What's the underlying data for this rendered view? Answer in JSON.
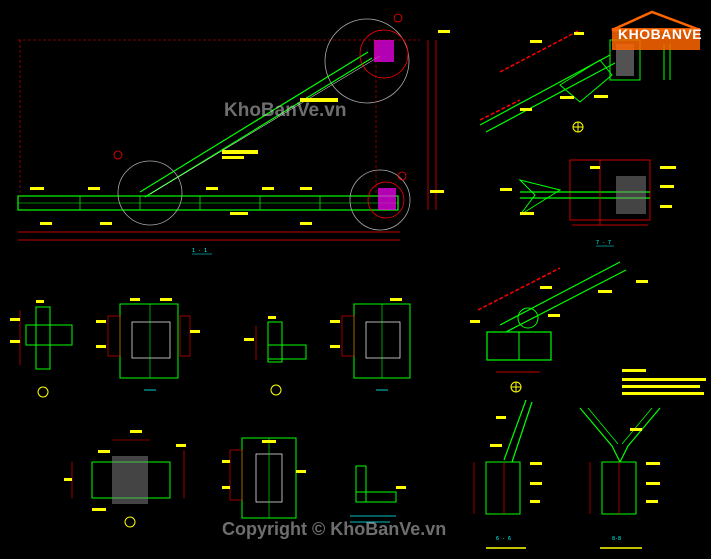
{
  "watermark": {
    "center_text": "KhoBanVe.vn",
    "copyright_text": "Copyright © KhoBanVe.vn",
    "logo_text": "KHOBANVE"
  },
  "labels": {
    "section_1_1": "1 - 1",
    "section_7_7": "7 - 7",
    "section_6_6": "6 - 6",
    "section_8_8": "8 - 8",
    "section_8_8b": "8-8"
  },
  "colors": {
    "background": "#000000",
    "steel_outline": "#00ff00",
    "dimension": "#ff0000",
    "annotation": "#ffff00",
    "callout": "#ffffff",
    "hatch": "#ff00ff",
    "text_cyan": "#00ffff"
  }
}
